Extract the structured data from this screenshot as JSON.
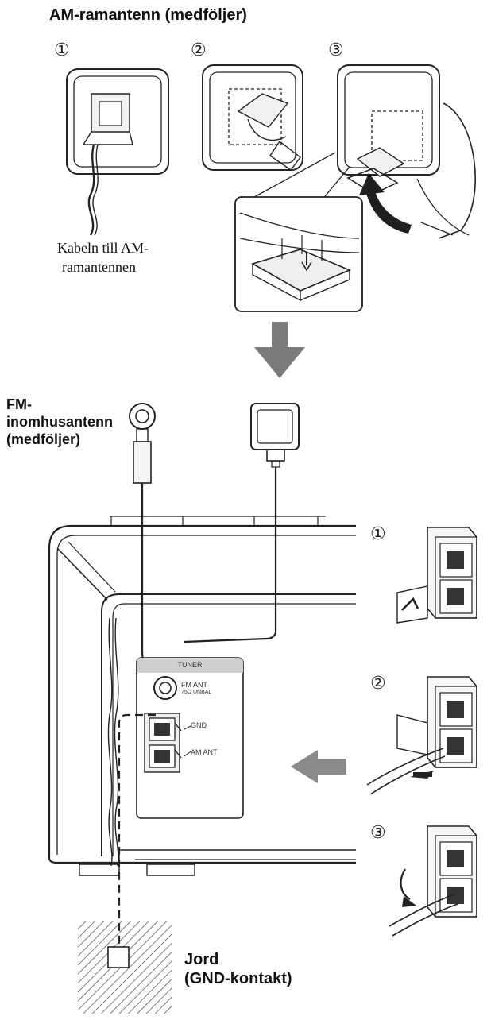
{
  "am_section": {
    "title": "AM-ramantenn (medföljer)",
    "step_markers": [
      "①",
      "②",
      "③"
    ],
    "cable_label_line1": "Kabeln till AM-",
    "cable_label_line2": "ramantennen"
  },
  "fm_section": {
    "label_line1": "FM-",
    "label_line2": "inomhusantenn",
    "label_line3": "(medföljer)"
  },
  "panel": {
    "header": "TUNER",
    "fm_ant_line1": "FM ANT",
    "fm_ant_line2": "75Ω UNBAL",
    "gnd": "GND",
    "am_ant": "AM ANT"
  },
  "side_steps": [
    "①",
    "②",
    "③"
  ],
  "ground": {
    "label_line1": "Jord",
    "label_line2": "(GND-kontakt)"
  },
  "colors": {
    "line": "#222222",
    "arrow": "#7a7a7a",
    "panel_header": "#cfcfcf",
    "shade": "#e6e6e6"
  }
}
